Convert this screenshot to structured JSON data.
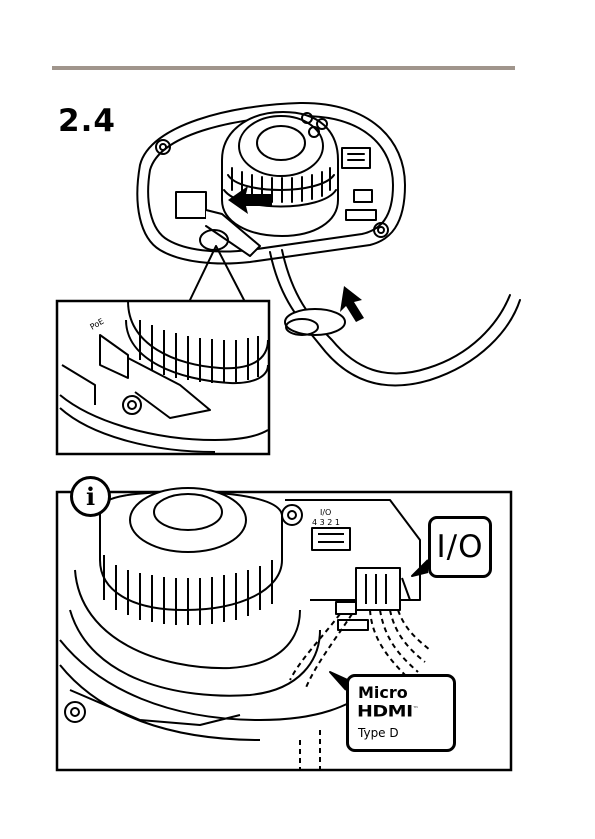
{
  "step": {
    "number": "2.4"
  },
  "callouts": {
    "io_label": "I/O",
    "io_pins_label": "I/O",
    "io_pin_numbers": "4 3 2 1",
    "hdmi_micro": "Micro",
    "hdmi_logo": "HDMI",
    "hdmi_tm": "™",
    "hdmi_type": "Type D",
    "poe_label": "PoE",
    "info_icon": "i"
  },
  "colors": {
    "rule": "#a0958c",
    "ink": "#000000",
    "paper": "#ffffff"
  },
  "icons": [
    "info-icon",
    "insert-arrow-icon",
    "cable-up-arrow-icon"
  ]
}
